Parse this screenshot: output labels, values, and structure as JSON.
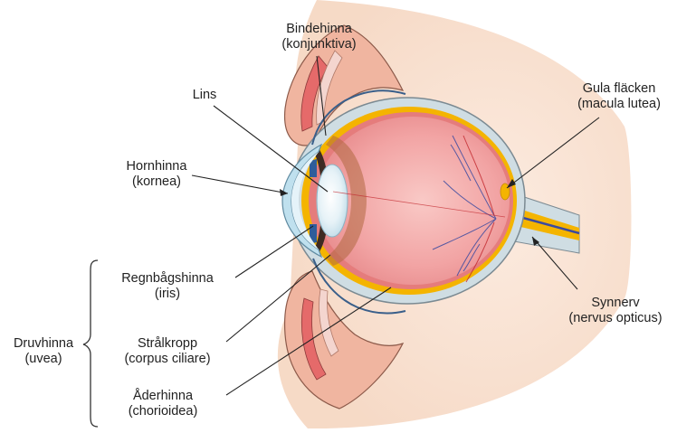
{
  "labels": {
    "bindehinna": {
      "name": "Bindehinna",
      "latin": "(konjunktiva)"
    },
    "lins": {
      "name": "Lins"
    },
    "hornhinna": {
      "name": "Hornhinna",
      "latin": "(kornea)"
    },
    "gula_flacken": {
      "name": "Gula fläcken",
      "latin": "(macula lutea)"
    },
    "regnbagshinna": {
      "name": "Regnbågshinna",
      "latin": "(iris)"
    },
    "stralkropp": {
      "name": "Strålkropp",
      "latin": "(corpus ciliare)"
    },
    "aderhinna": {
      "name": "Åderhinna",
      "latin": "(chorioidea)"
    },
    "druvhinna": {
      "name": "Druvhinna",
      "latin": "(uvea)"
    },
    "synnerv": {
      "name": "Synnerv",
      "latin": "(nervus opticus)"
    }
  },
  "colors": {
    "skin": "#f2c5a6",
    "eyeball": "#f2a0a0",
    "sclera": "#cfdde3",
    "cornea": "#bfe0ee",
    "nerve": "#f4b400",
    "vessel": "#3b4aa0"
  }
}
